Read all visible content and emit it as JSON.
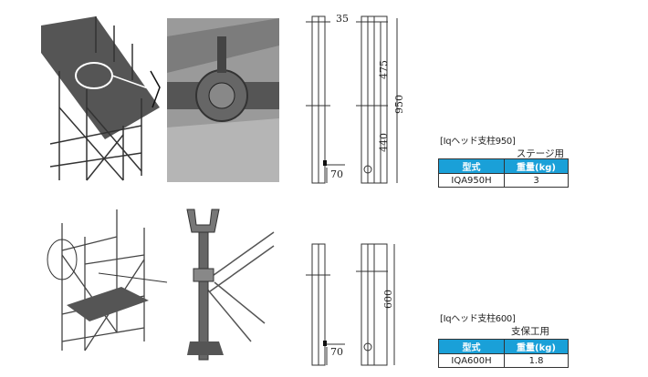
{
  "top": {
    "dimensions": {
      "top_offset": "35",
      "upper": "475",
      "lower": "440",
      "total": "950",
      "base": "70"
    },
    "product": {
      "title": "[Iqヘッド支柱950]",
      "usage": "ステージ用",
      "headers": [
        "型式",
        "重量(kg)"
      ],
      "rows": [
        [
          "IQA950H",
          "3"
        ]
      ]
    }
  },
  "bottom": {
    "dimensions": {
      "total": "600",
      "base": "70"
    },
    "product": {
      "title": "[Iqヘッド支柱600]",
      "usage": "支保工用",
      "headers": [
        "型式",
        "重量(kg)"
      ],
      "rows": [
        [
          "IQA600H",
          "1.8"
        ]
      ]
    }
  },
  "colors": {
    "header": "#1aa0d8"
  }
}
